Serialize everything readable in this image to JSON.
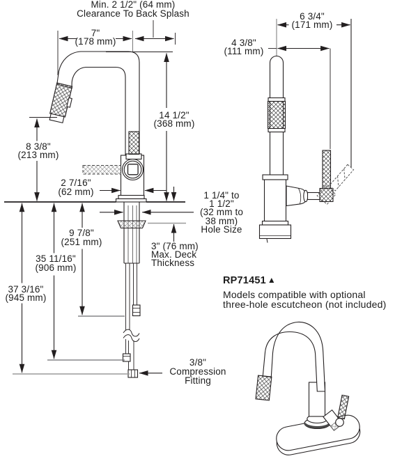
{
  "ink": "#231f20",
  "drawing": {
    "labels": {
      "clearance_l1": "Min. 2 1/2\" (64 mm)",
      "clearance_l2": "Clearance To Back Splash",
      "reach_in": "7\"",
      "reach_mm": "(178 mm)",
      "height_in": "14 1/2\"",
      "height_mm": "(368 mm)",
      "outlet_in": "8 3/8\"",
      "outlet_mm": "(213 mm)",
      "bodywidth_in": "2 7/16\"",
      "bodywidth_mm": "(62 mm)",
      "hole_l1": "1 1/4\" to",
      "hole_l2": "1 1/2\"",
      "hole_l3": "(32 mm to",
      "hole_l4": "38 mm)",
      "hole_l5": "Hole Size",
      "hose_in": "9 7/8\"",
      "hose_mm": "(251 mm)",
      "supply_in": "35 11/16\"",
      "supply_mm": "(906 mm)",
      "total_in": "37 3/16\"",
      "total_mm": "(945 mm)",
      "deck_l1": "3\" (76 mm)",
      "deck_l2": "Max. Deck",
      "deck_l3": "Thickness",
      "fitting_l1": "3/8\"",
      "fitting_l2": "Compression",
      "fitting_l3": "Fitting",
      "sidedepth_in": "6 3/4\"",
      "sidedepth_mm": "(171 mm)",
      "sidehandle_in": "4 3/8\"",
      "sidehandle_mm": "(111 mm)"
    },
    "note": {
      "part": "RP71451",
      "triangle": "▲",
      "line1": "Models compatible with optional",
      "line2": "three-hole escutcheon (not included)"
    }
  }
}
